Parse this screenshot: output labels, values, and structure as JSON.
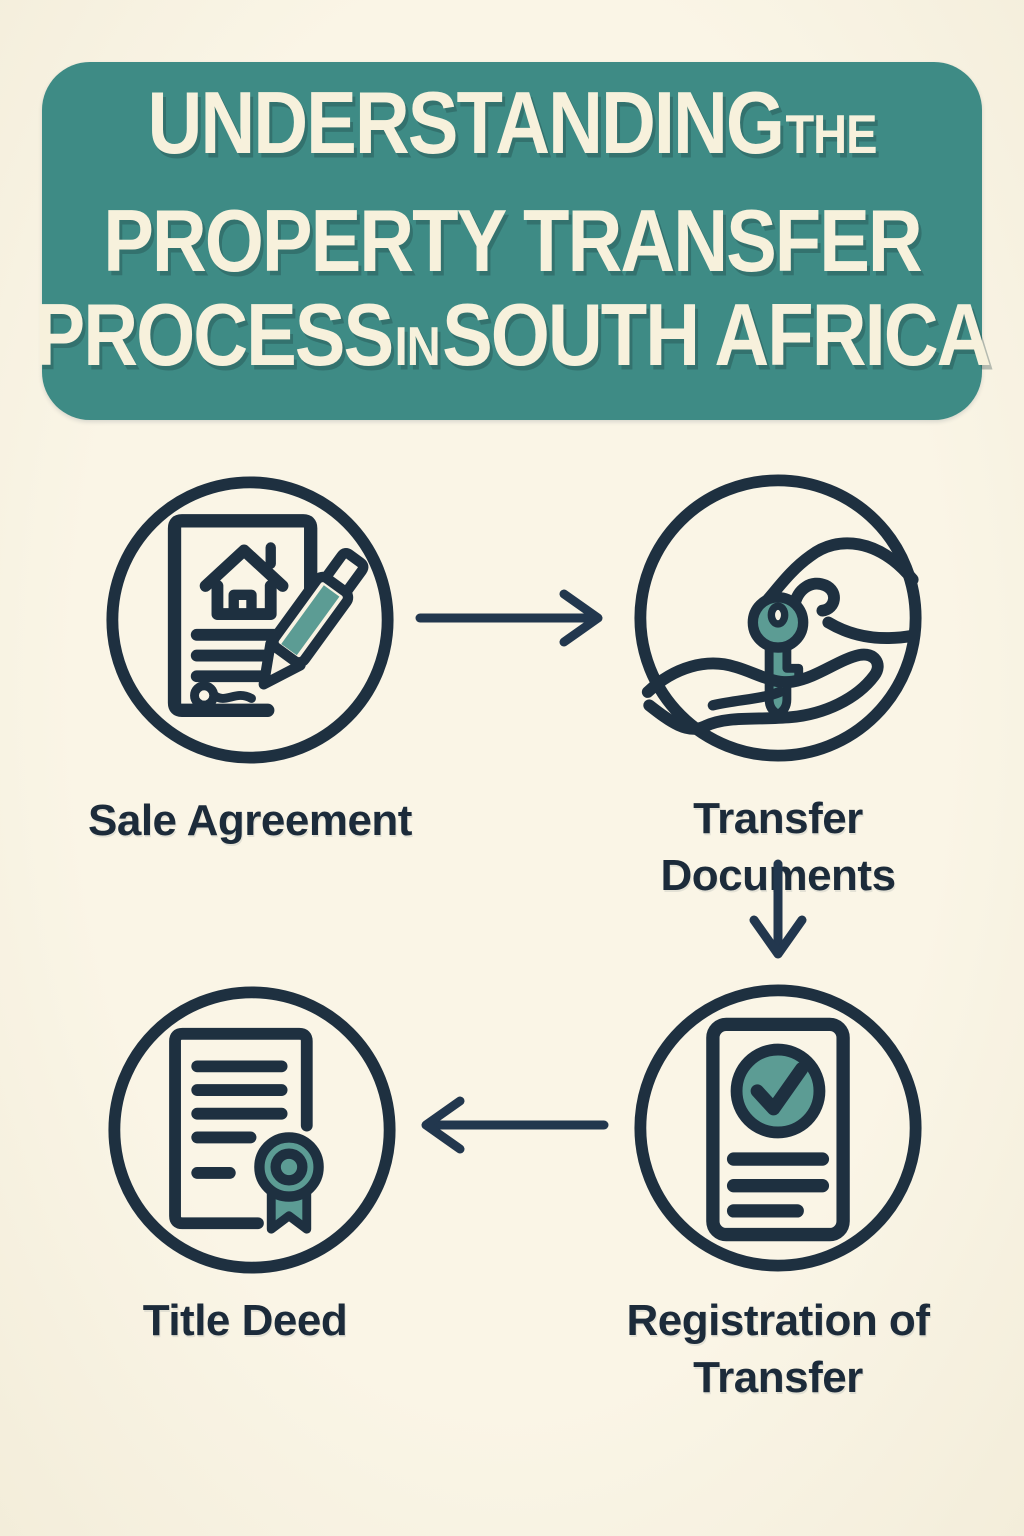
{
  "poster": {
    "title_line1_main": "UNDERSTANDING",
    "title_line1_small": "THE",
    "title_line2": "PROPERTY TRANSFER",
    "title_line3_pre": "PROCESS",
    "title_line3_small": "IN",
    "title_line3_post": "SOUTH AFRICA"
  },
  "steps": [
    {
      "id": "sale-agreement",
      "label": "Sale Agreement",
      "icon": "contract-with-house-and-pen-icon"
    },
    {
      "id": "transfer-documents",
      "label": "Transfer Documents",
      "icon": "hand-giving-key-icon"
    },
    {
      "id": "registration-of-transfer",
      "label": "Registration of Transfer",
      "icon": "verified-document-icon"
    },
    {
      "id": "title-deed",
      "label": "Title Deed",
      "icon": "deed-certificate-with-seal-icon"
    }
  ],
  "flow_arrows": [
    {
      "direction": "right",
      "from": "Sale Agreement",
      "to": "Transfer Documents"
    },
    {
      "direction": "down",
      "from": "Transfer Documents",
      "to": "Registration of Transfer"
    },
    {
      "direction": "left",
      "from": "Registration of Transfer",
      "to": "Title Deed"
    }
  ],
  "colors": {
    "background": "#F9F3E3",
    "banner_background": "#3E8B85",
    "banner_text": "#F7F1DC",
    "outline_navy": "#1E3040",
    "accent_teal": "#5C9C94",
    "label_text": "#1C2B3A"
  }
}
